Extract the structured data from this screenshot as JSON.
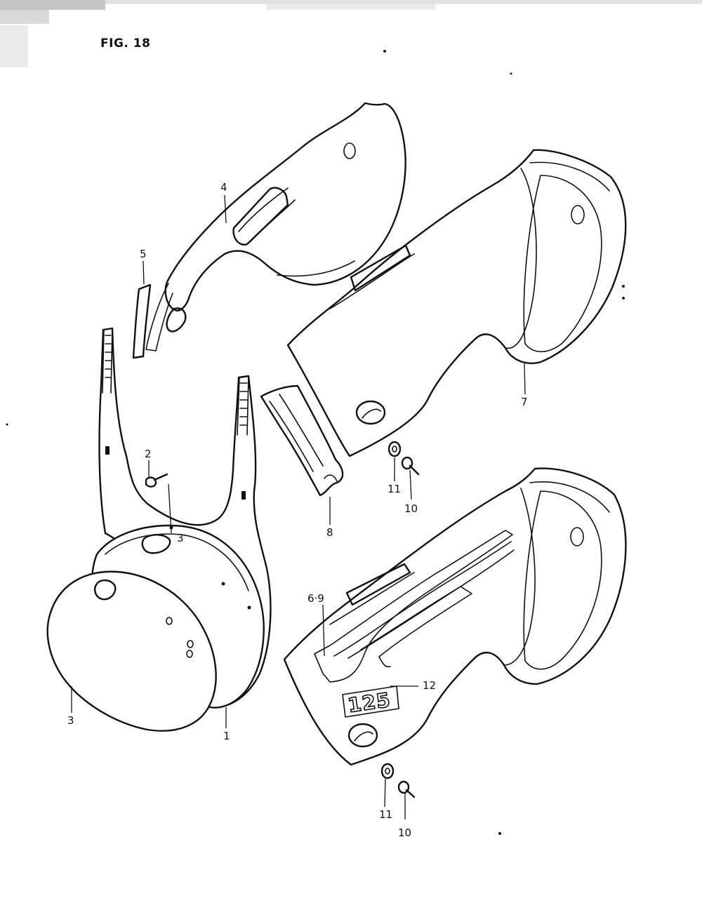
{
  "figure_label": "FIG. 18",
  "emblem_text": "125",
  "callouts": {
    "c1": "1",
    "c2": "2",
    "c3a": "3",
    "c3b": "3",
    "c4": "4",
    "c5": "5",
    "c69": "6·9",
    "c7": "7",
    "c8": "8",
    "c10a": "10",
    "c10b": "10",
    "c11a": "11",
    "c11b": "11",
    "c12": "12"
  }
}
